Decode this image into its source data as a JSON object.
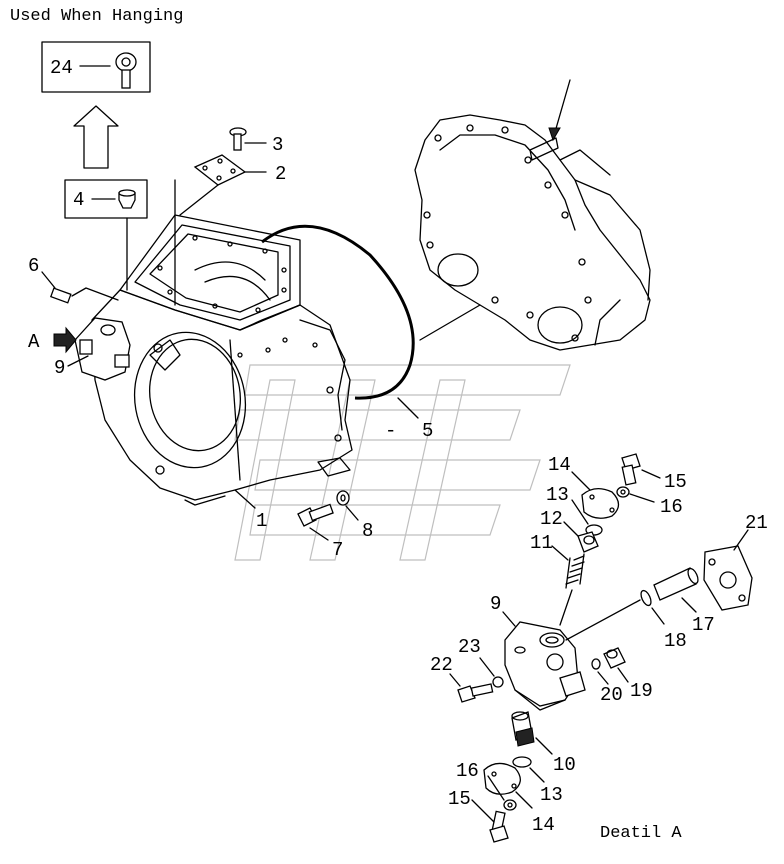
{
  "caption_top": "Used When Hanging",
  "caption_detail": "Deatil A",
  "view_marker": "A",
  "callouts": {
    "n1": "1",
    "n2": "2",
    "n3": "3",
    "n4": "4",
    "n5": "5",
    "n6": "6",
    "n7": "7",
    "n8": "8",
    "n9a": "9",
    "n9b": "9",
    "n10": "10",
    "n11": "11",
    "n12": "12",
    "n13a": "13",
    "n13b": "13",
    "n14a": "14",
    "n14b": "14",
    "n15a": "15",
    "n15b": "15",
    "n16a": "16",
    "n16b": "16",
    "n17": "17",
    "n18": "18",
    "n19": "19",
    "n20": "20",
    "n21": "21",
    "n22": "22",
    "n23": "23",
    "n24": "24"
  }
}
